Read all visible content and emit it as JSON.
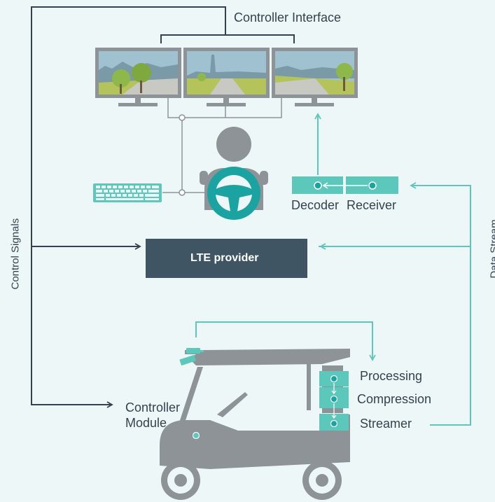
{
  "labels": {
    "controller_interface": "Controller Interface",
    "decoder": "Decoder",
    "receiver": "Receiver",
    "lte_provider": "LTE provider",
    "control_signals": "Control Signals",
    "data_stream": "Data Stream",
    "controller_module_line1": "Controller",
    "controller_module_line2": "Module",
    "processing": "Processing",
    "compression": "Compression",
    "streamer": "Streamer"
  },
  "colors": {
    "background": "#eef7f7",
    "navy": "#33424f",
    "dark_box": "#3f5563",
    "teal": "#5cc7bb",
    "teal_dark": "#1aa3a0",
    "gray": "#8d9397"
  }
}
